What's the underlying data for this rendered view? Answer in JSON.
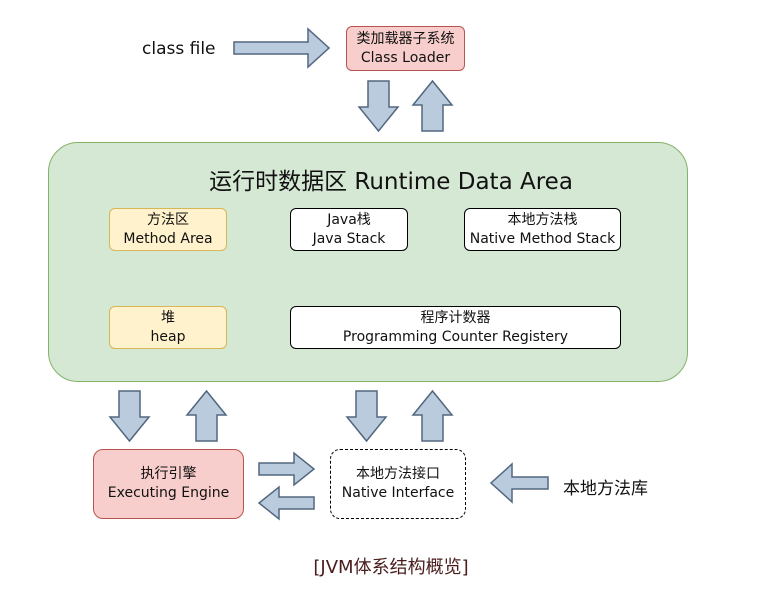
{
  "inputs": {
    "class_file": "class file",
    "native_library": "本地方法库"
  },
  "class_loader": {
    "line1": "类加载器子系统",
    "line2": "Class Loader"
  },
  "runtime_data_area": {
    "title": "运行时数据区 Runtime Data Area",
    "method_area": {
      "line1": "方法区",
      "line2": "Method Area"
    },
    "java_stack": {
      "line1": "Java栈",
      "line2": "Java Stack"
    },
    "native_method_stack": {
      "line1": "本地方法栈",
      "line2": "Native Method Stack"
    },
    "heap": {
      "line1": "堆",
      "line2": "heap"
    },
    "pc_register": {
      "line1": "程序计数器",
      "line2": "Programming Counter Registery"
    }
  },
  "execution_engine": {
    "line1": "执行引擎",
    "line2": "Executing Engine"
  },
  "native_interface": {
    "line1": "本地方法接口",
    "line2": "Native Interface"
  },
  "caption": "[JVM体系结构概览]",
  "colors": {
    "runtime_area_fill": "#d5e8d4",
    "runtime_area_border": "#82b366",
    "pink_fill": "#f8cecc",
    "pink_border": "#b85450",
    "yellow_fill": "#fff2cc",
    "yellow_border": "#d6b656",
    "arrow_fill": "#b9cbdc",
    "arrow_border": "#52677f"
  }
}
